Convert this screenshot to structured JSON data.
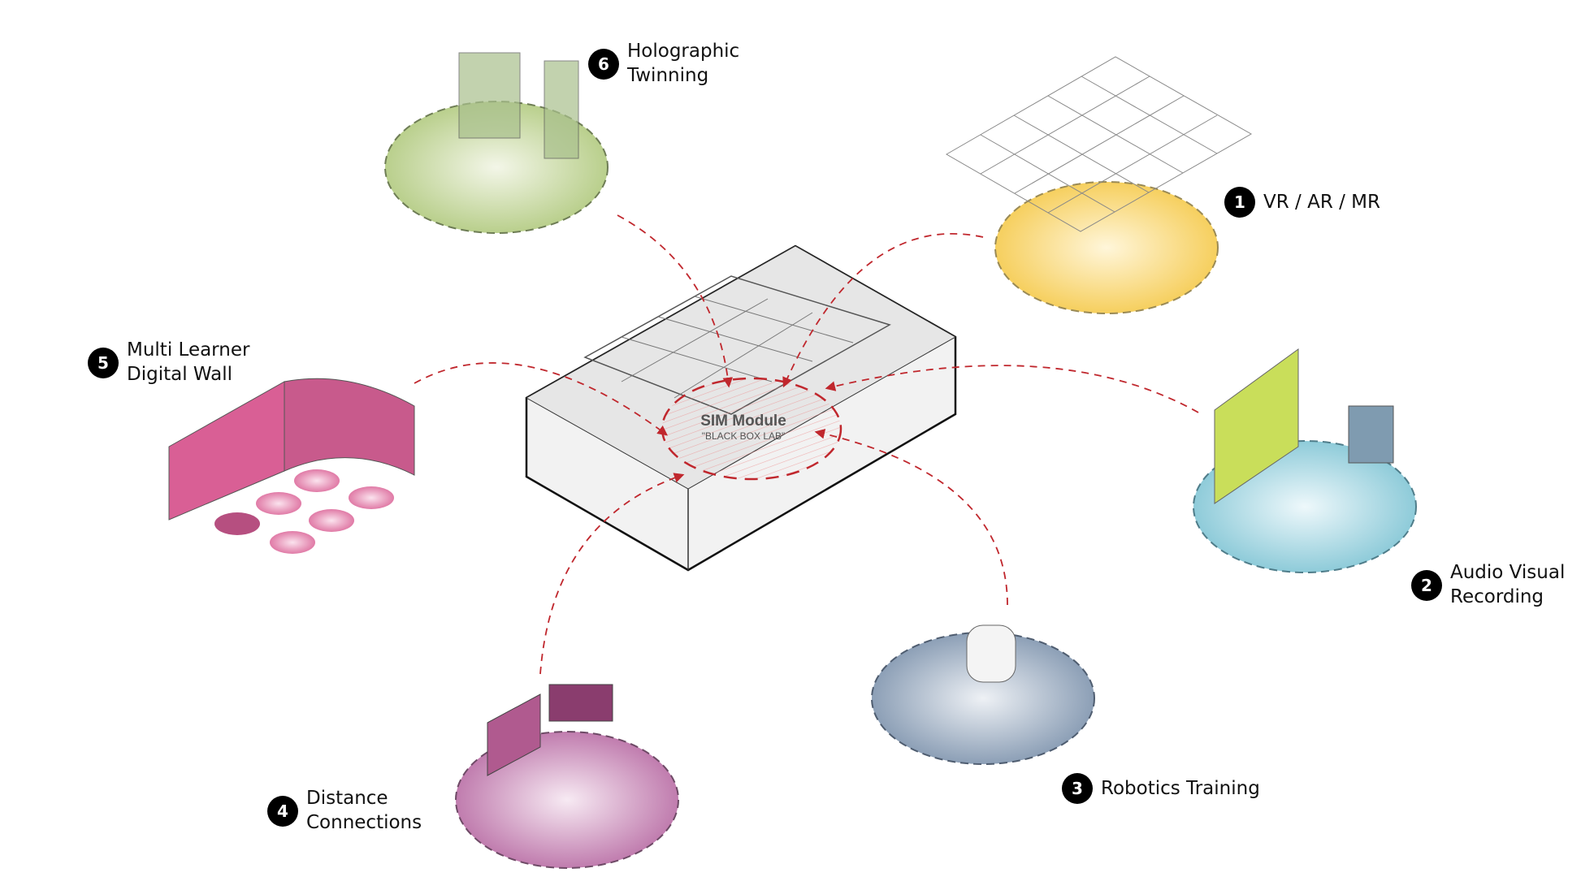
{
  "center": {
    "title": "SIM Module",
    "subtitle": "\"BLACK BOX LAB\""
  },
  "modules": [
    {
      "number": "1",
      "label": "VR / AR / MR",
      "color": "#f6d36a"
    },
    {
      "number": "2",
      "label_line1": "Audio Visual",
      "label_line2": "Recording",
      "color": "#9fd0dc"
    },
    {
      "number": "3",
      "label": "Robotics Training",
      "color": "#9aaabd"
    },
    {
      "number": "4",
      "label_line1": "Distance",
      "label_line2": "Connections",
      "color": "#c98bb8"
    },
    {
      "number": "5",
      "label_line1": "Multi Learner",
      "label_line2": "Digital Wall",
      "color": "#e07aa6"
    },
    {
      "number": "6",
      "label_line1": "Holographic",
      "label_line2": "Twinning",
      "color": "#b9cf8c"
    }
  ],
  "arrow_color": "#c0272d"
}
